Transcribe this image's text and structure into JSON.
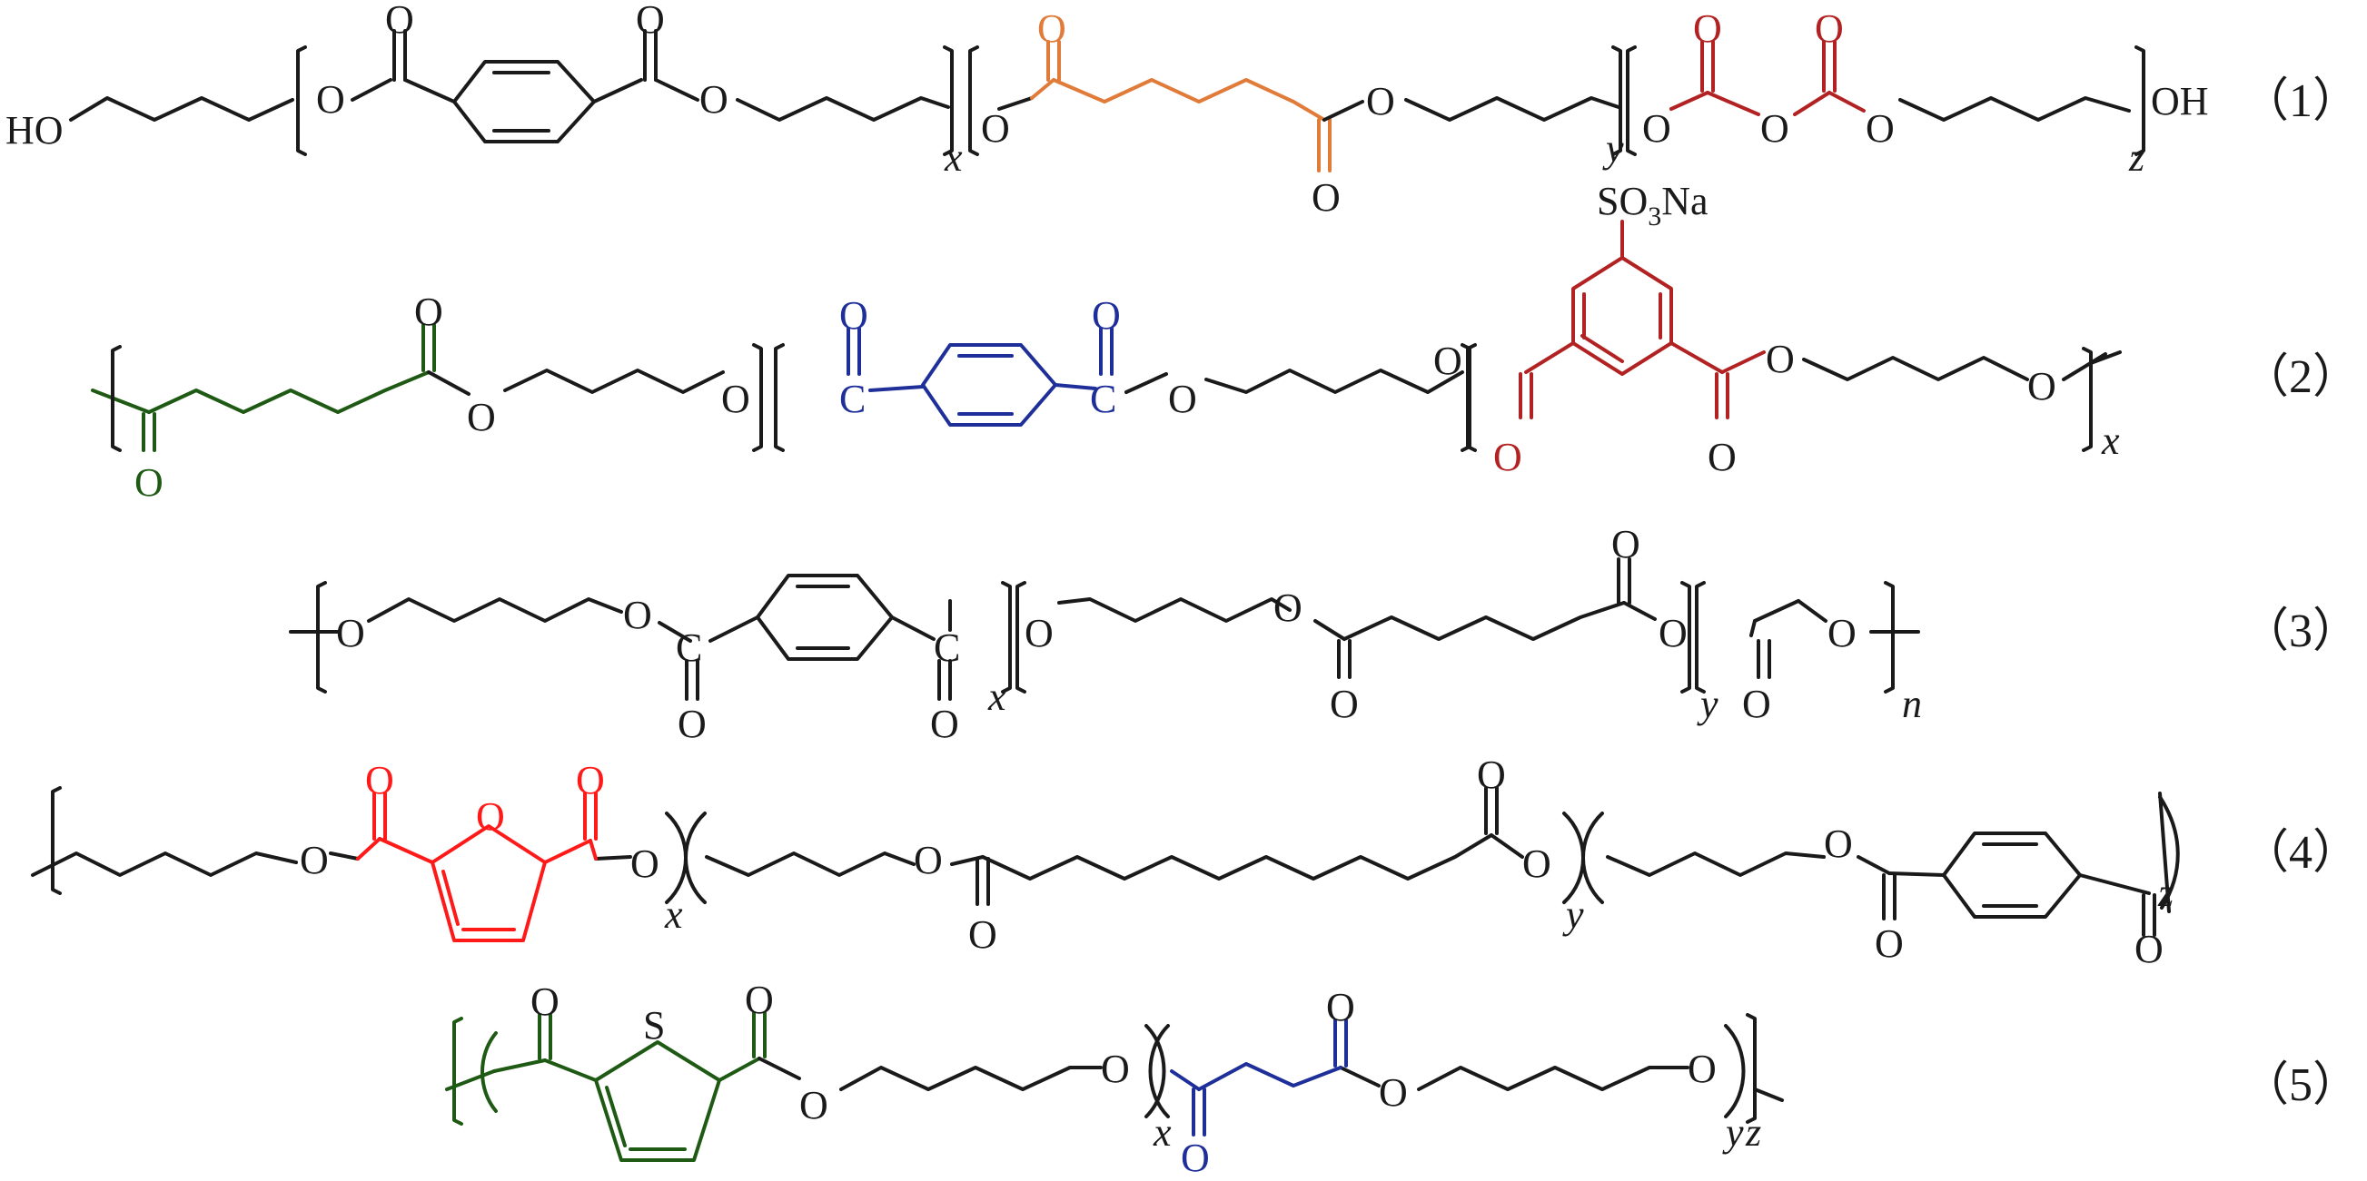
{
  "colors": {
    "black": "#1a1a1a",
    "orange": "#e07b39",
    "red": "#b22222",
    "bright_red": "#ff1a1a",
    "blue": "#1f2f99",
    "green": "#1f5a14"
  },
  "atoms": {
    "O": "O",
    "C": "C",
    "S": "S",
    "HO": "HO",
    "OH": "OH",
    "SO3Na_prefix": "SO",
    "SO3Na_sub": "3",
    "SO3Na_suffix": "Na"
  },
  "indices": {
    "x": "x",
    "y": "y",
    "z": "z",
    "n": "n"
  },
  "structures": [
    {
      "number": "（1）"
    },
    {
      "number": "（2）"
    },
    {
      "number": "（3）"
    },
    {
      "number": "（4）"
    },
    {
      "number": "（5）"
    }
  ]
}
